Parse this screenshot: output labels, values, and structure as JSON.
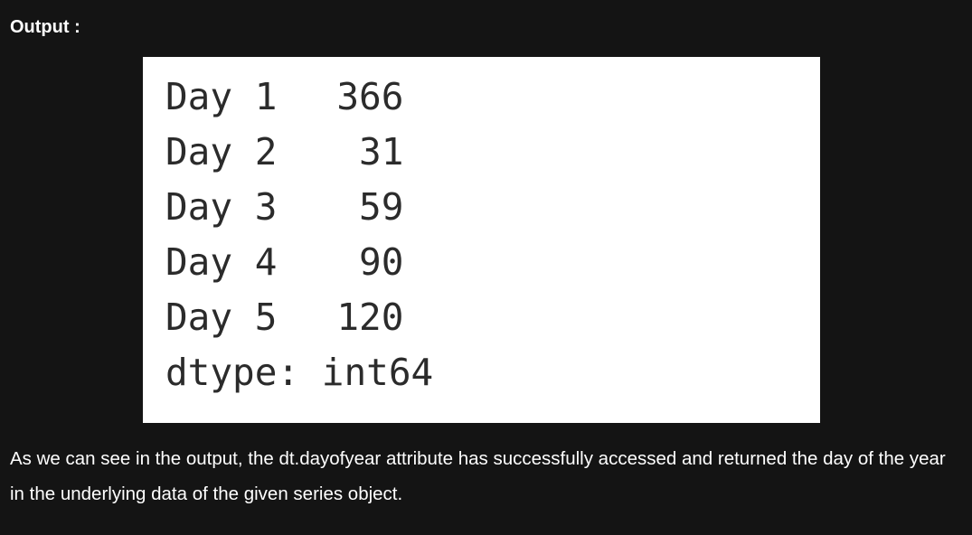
{
  "heading": "Output :",
  "output": {
    "rows": [
      {
        "label": "Day 1",
        "value": "366"
      },
      {
        "label": "Day 2",
        "value": "31"
      },
      {
        "label": "Day 3",
        "value": "59"
      },
      {
        "label": "Day 4",
        "value": "90"
      },
      {
        "label": "Day 5",
        "value": "120"
      }
    ],
    "dtype": "dtype: int64"
  },
  "paragraph": "As we can see in the output, the dt.dayofyear attribute has successfully accessed and returned the day of the year in the underlying data of the given series object."
}
